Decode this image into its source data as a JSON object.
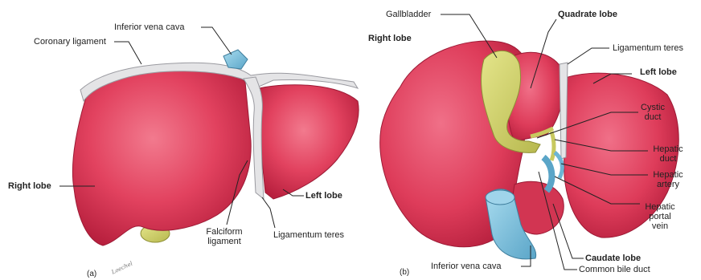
{
  "panel_a": {
    "panel_label": "(a)",
    "signature": "Loechel",
    "labels": {
      "inferior_vena_cava": "Inferior vena cava",
      "coronary_ligament": "Coronary ligament",
      "right_lobe": "Right lobe",
      "left_lobe": "Left lobe",
      "falciform_line1": "Falciform",
      "falciform_line2": "ligament",
      "ligamentum_teres": "Ligamentum teres"
    }
  },
  "panel_b": {
    "panel_label": "(b)",
    "labels": {
      "gallbladder": "Gallbladder",
      "quadrate_lobe": "Quadrate lobe",
      "right_lobe": "Right lobe",
      "ligamentum_teres": "Ligamentum teres",
      "left_lobe": "Left lobe",
      "cystic_duct_line1": "Cystic",
      "cystic_duct_line2": "duct",
      "hepatic_duct_line1": "Hepatic",
      "hepatic_duct_line2": "duct",
      "hepatic_artery_line1": "Hepatic",
      "hepatic_artery_line2": "artery",
      "portal_vein_line1": "Hepatic",
      "portal_vein_line2": "portal",
      "portal_vein_line3": "vein",
      "caudate_lobe": "Caudate lobe",
      "inferior_vena_cava": "Inferior vena cava",
      "common_bile_duct": "Common bile duct"
    }
  },
  "colors": {
    "liver": "#e2425f",
    "liver_dark": "#b8203e",
    "liver_light": "#f27a8e",
    "ligament": "#e4e4e6",
    "gallbladder": "#cfd06a",
    "vena_cava": "#7fc3df",
    "leader": "#222222"
  }
}
